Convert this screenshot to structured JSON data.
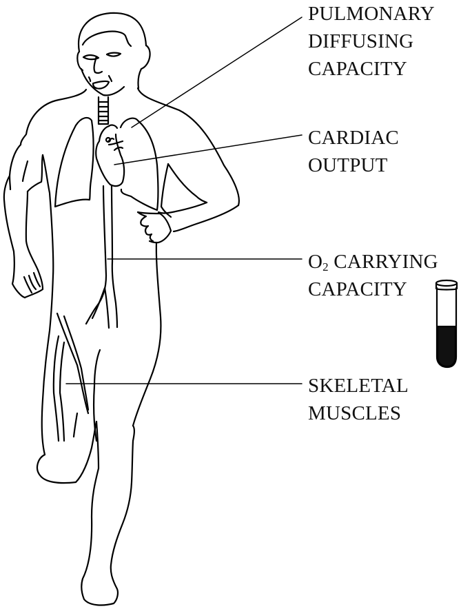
{
  "figure": {
    "subject": "running-man-oxygen-transport",
    "labels": [
      {
        "id": "pulmonary",
        "lines": [
          "PULMONARY",
          "DIFFUSING",
          "CAPACITY"
        ],
        "points_to": "lungs"
      },
      {
        "id": "cardiac",
        "lines": [
          "CARDIAC",
          "OUTPUT"
        ],
        "points_to": "heart"
      },
      {
        "id": "o2",
        "lines_prefix": "O",
        "subscript": "2",
        "line1_rest": " CARRYING",
        "line2": "CAPACITY",
        "points_to": "aorta"
      },
      {
        "id": "skeletal",
        "lines": [
          "SKELETAL",
          "MUSCLES"
        ],
        "points_to": "thigh-muscles"
      }
    ],
    "icons": {
      "test_tube": "blood-test-tube-icon"
    },
    "colors": {
      "ink": "#000000",
      "background": "#ffffff",
      "blood_fill": "#111111"
    }
  }
}
